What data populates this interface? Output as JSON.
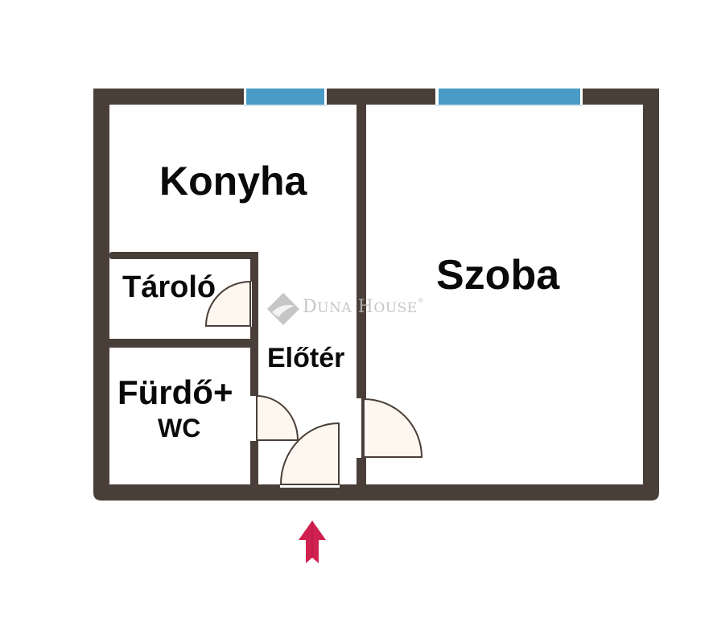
{
  "plan": {
    "title": "Floor plan",
    "colors": {
      "wall": "#4a3f38",
      "window": "#4a9bc6",
      "door_fill": "#fdf7f0",
      "door_stroke": "#4a3f38",
      "entrance_arrow": "#d0204f",
      "watermark": "#bdbdbd"
    },
    "rooms": [
      {
        "id": "konyha",
        "label": "Konyha"
      },
      {
        "id": "szoba",
        "label": "Szoba"
      },
      {
        "id": "tarolo",
        "label": "Tároló"
      },
      {
        "id": "eloter",
        "label": "Előtér"
      },
      {
        "id": "furdo",
        "label": "Fürdő+",
        "sublabel": "WC"
      }
    ],
    "watermark": {
      "brand_first": "D",
      "brand_first_rest": "UNA",
      "brand_second": "H",
      "brand_second_rest": "OUSE",
      "registered": "®"
    },
    "entrance": {
      "icon": "entrance-arrow-icon"
    }
  }
}
